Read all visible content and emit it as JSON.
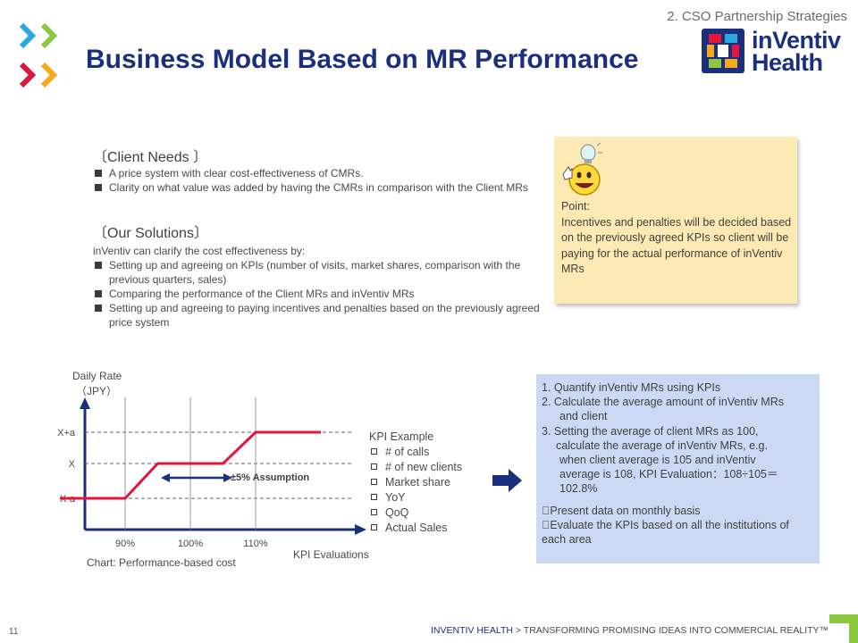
{
  "header": {
    "section_label": "2. CSO Partnership Strategies",
    "title": "Business Model Based on MR Performance",
    "logo_text_top": "inVentiv",
    "logo_text_bottom": "Health"
  },
  "client_needs": {
    "heading": "〔Client Needs 〕",
    "bullets": [
      "A price system with clear cost-effectiveness of CMRs.",
      "Clarity on what value was added by having the CMRs in comparison with the Client MRs"
    ]
  },
  "our_solutions": {
    "heading": "〔Our Solutions〕",
    "intro": "inVentiv can clarify the cost effectiveness by:",
    "bullets": [
      "Setting up and agreeing on KPIs (number of visits, market shares, comparison with the previous quarters, sales)",
      "Comparing the performance of the Client MRs and inVentiv MRs",
      "Setting up and agreeing to paying incentives and penalties based on the previously agreed price system"
    ]
  },
  "point_note": {
    "label": "Point:",
    "text": "Incentives and penalties will be decided based on the previously agreed KPIs so client will be paying for the actual performance of inVentiv MRs"
  },
  "chart_data": {
    "type": "line",
    "title": "Chart: Performance-based cost",
    "ylabel_line1": "Daily Rate",
    "ylabel_line2": "（JPY）",
    "xlabel": "KPI Evaluations",
    "y_ticks": [
      "X+a",
      "X",
      "X-a"
    ],
    "x_ticks": [
      "90%",
      "100%",
      "110%"
    ],
    "series": [
      {
        "color": "#e0173a",
        "points": [
          {
            "x": 80,
            "y": "X-a"
          },
          {
            "x": 90,
            "y": "X-a"
          },
          {
            "x": 95,
            "y": "X"
          },
          {
            "x": 105,
            "y": "X"
          },
          {
            "x": 110,
            "y": "X+a"
          },
          {
            "x": 120,
            "y": "X+a"
          }
        ]
      }
    ],
    "annotation": "±5% Assumption",
    "grid": "dashed horizontal at X+a, X, X-a; vertical at 90%, 100%, 110%"
  },
  "kpi_example": {
    "heading": "KPI Example",
    "items": [
      "# of calls",
      "# of new clients",
      "Market share",
      "YoY",
      "QoQ",
      "Actual Sales"
    ]
  },
  "steps": {
    "s1": "1. Quantify inVentiv MRs using KPIs",
    "s2a": "2.  Calculate the average amount of inVentiv MRs",
    "s2b": "and client",
    "s3a": "3. Setting the average of client MRs as 100,",
    "s3b": "calculate  the average of inVentiv MRs, e.g.",
    "s3c": "when client average is 105 and inVentiv",
    "s3d": "average is 108, KPI Evaluation：108÷105＝",
    "s3e": "102.8%",
    "n1": "\u0000Present data on monthly basis",
    "n2": "\u0000Evaluate the KPIs based on all the institutions of each area"
  },
  "footer": {
    "page_number": "11",
    "brand": "INVENTIV HEALTH",
    "tagline": " > TRANSFORMING PROMISING IDEAS INTO COMMERCIAL REALITY™"
  },
  "colors": {
    "title_blue": "#1b2f7f",
    "accent_red": "#e0173a",
    "accent_green": "#8dc63f",
    "accent_cyan": "#29a9e0",
    "accent_orange": "#f7a81b",
    "note_yellow": "#fde9b3",
    "box_blue": "#ccd9f5"
  }
}
